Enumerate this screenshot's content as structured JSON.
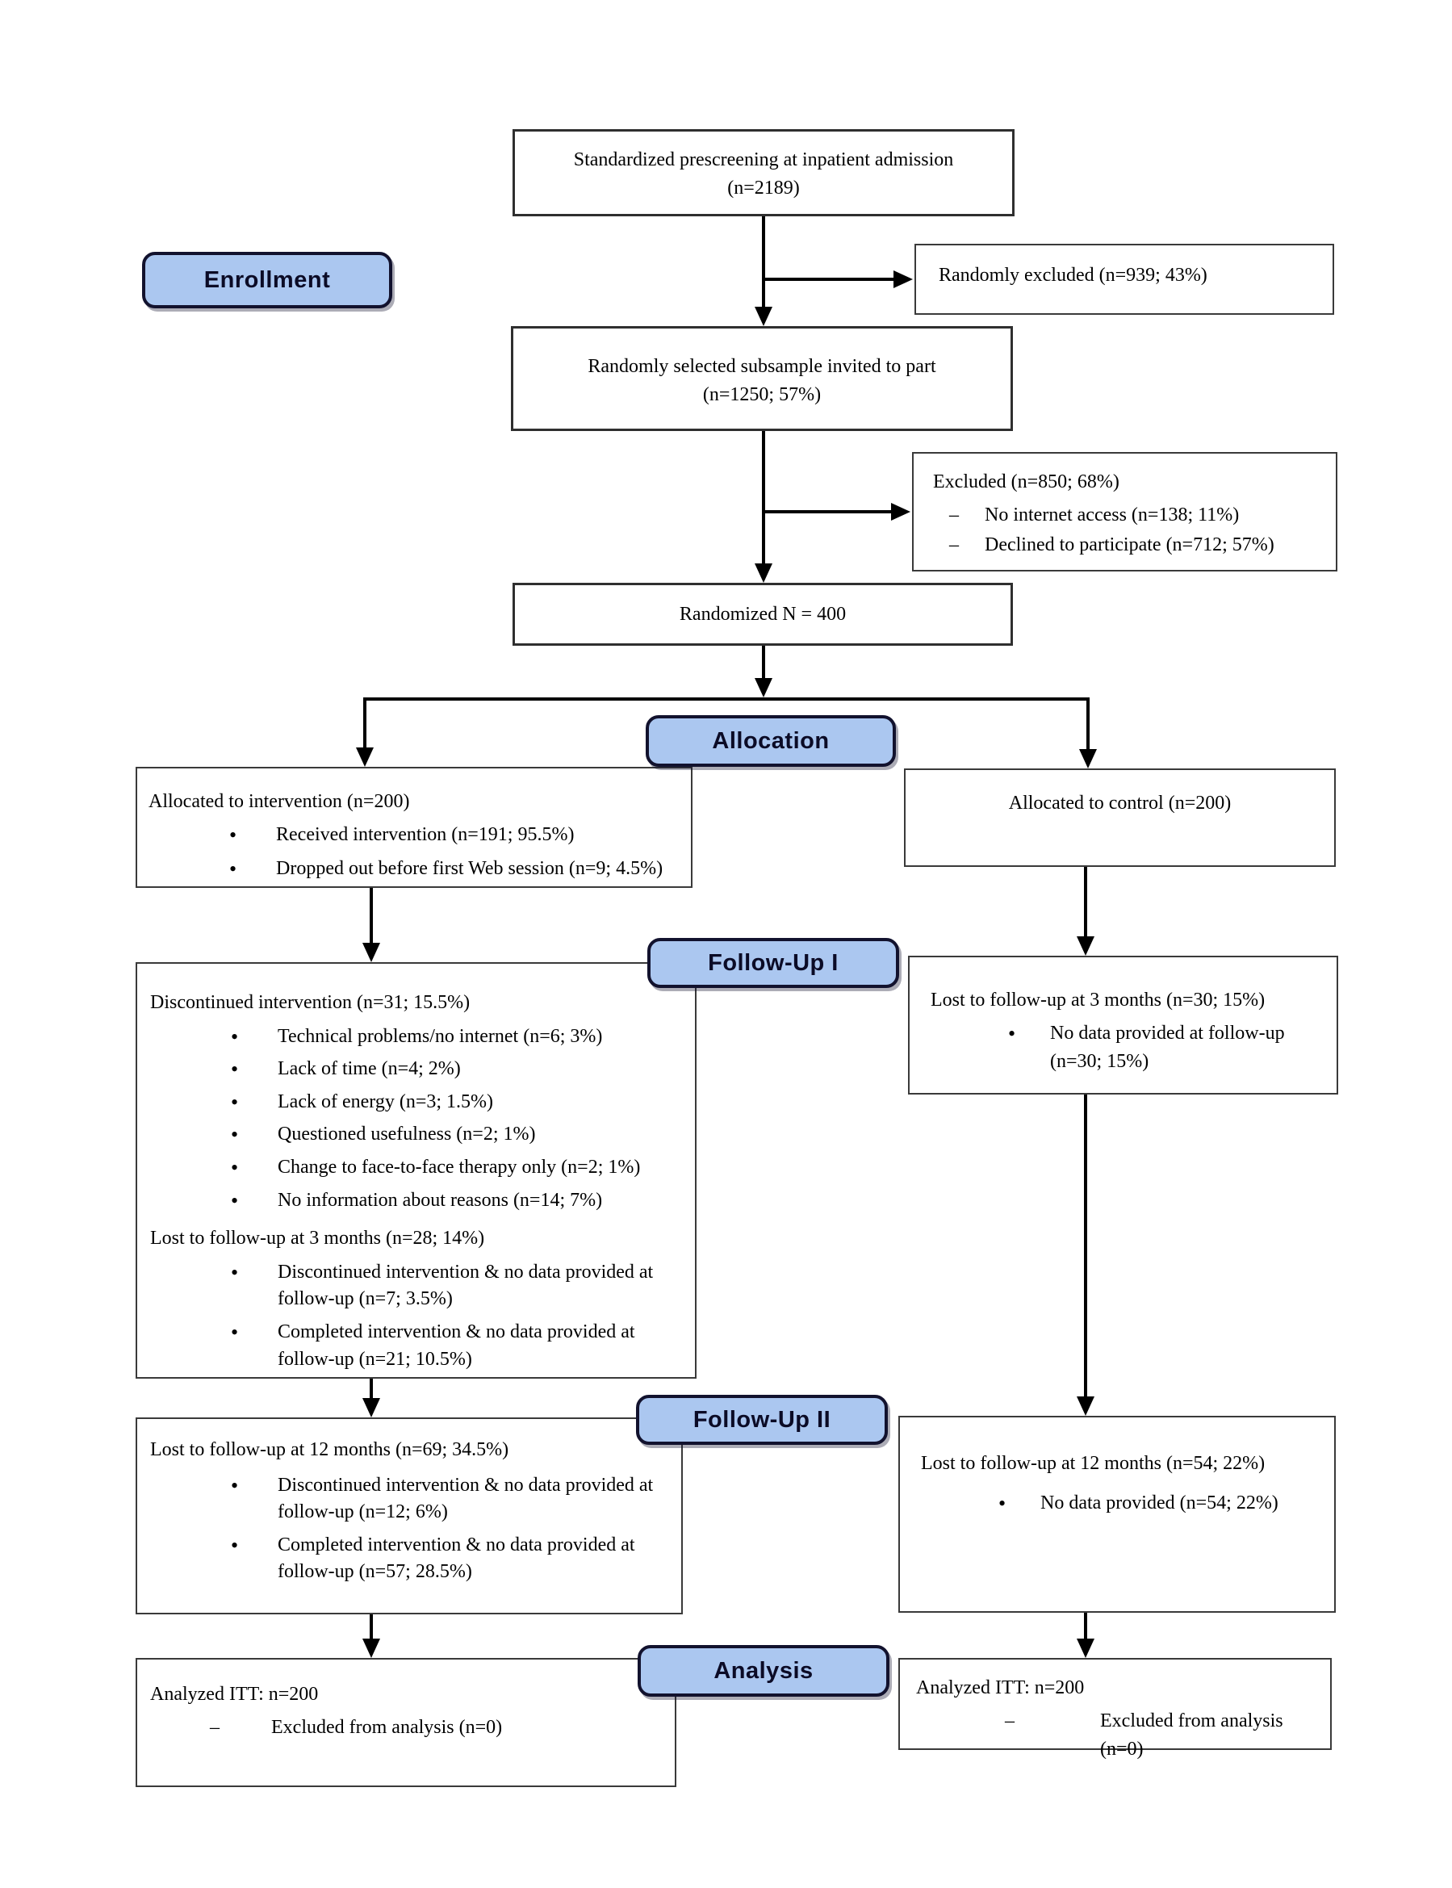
{
  "diagram_title": "CONSORT participant flow diagram",
  "colors": {
    "stage_label_fill": "#abc7f0",
    "stage_label_border": "#12122e",
    "stage_label_text": "#0b0b26",
    "box_border": "#2f2f2f",
    "arrow": "#000000",
    "background": "#ffffff"
  },
  "stage_labels": {
    "enrollment": "Enrollment",
    "allocation": "Allocation",
    "followup1": "Follow-Up I",
    "followup2": "Follow-Up II",
    "analysis": "Analysis"
  },
  "boxes": {
    "prescreening": {
      "line1": "Standardized prescreening at inpatient admission",
      "line2": "(n=2189)"
    },
    "randomly_excluded": {
      "text": "Randomly excluded (n=939; 43%)"
    },
    "subsample": {
      "line1": "Randomly selected subsample invited to part",
      "line2": "(n=1250; 57%)"
    },
    "excluded": {
      "title": "Excluded (n=850; 68%)",
      "items": [
        "No internet access (n=138; 11%)",
        "Declined to participate (n=712; 57%)"
      ]
    },
    "randomized": {
      "text": "Randomized N = 400"
    },
    "alloc_intervention": {
      "title": "Allocated to intervention (n=200)",
      "items": [
        "Received intervention (n=191; 95.5%)",
        "Dropped out before first Web session (n=9; 4.5%)"
      ]
    },
    "alloc_control": {
      "title": "Allocated to control (n=200)"
    },
    "fu1_intervention": {
      "section1_title": "Discontinued intervention (n=31; 15.5%)",
      "section1_items": [
        "Technical problems/no internet (n=6; 3%)",
        "Lack of time (n=4; 2%)",
        "Lack of energy (n=3; 1.5%)",
        "Questioned usefulness (n=2; 1%)",
        "Change to face-to-face therapy only (n=2; 1%)",
        "No information about reasons (n=14; 7%)"
      ],
      "section2_title": "Lost to follow-up at 3 months (n=28; 14%)",
      "section2_items": [
        "Discontinued intervention & no data provided at follow-up (n=7; 3.5%)",
        "Completed intervention & no data provided at follow-up (n=21; 10.5%)"
      ]
    },
    "fu1_control": {
      "title": "Lost to follow-up at 3 months (n=30; 15%)",
      "items": [
        "No data provided at follow-up (n=30; 15%)"
      ]
    },
    "fu2_intervention": {
      "title": "Lost to follow-up at 12 months (n=69; 34.5%)",
      "items": [
        "Discontinued intervention & no data provided at follow-up (n=12; 6%)",
        "Completed intervention & no data provided at follow-up (n=57; 28.5%)"
      ]
    },
    "fu2_control": {
      "title": "Lost to follow-up at 12 months (n=54; 22%)",
      "items": [
        "No data provided (n=54; 22%)"
      ]
    },
    "analysis_intervention": {
      "title": "Analyzed ITT: n=200",
      "items": [
        "Excluded from analysis (n=0)"
      ]
    },
    "analysis_control": {
      "title": "Analyzed ITT: n=200",
      "items": [
        "Excluded from analysis (n=0)"
      ]
    }
  }
}
